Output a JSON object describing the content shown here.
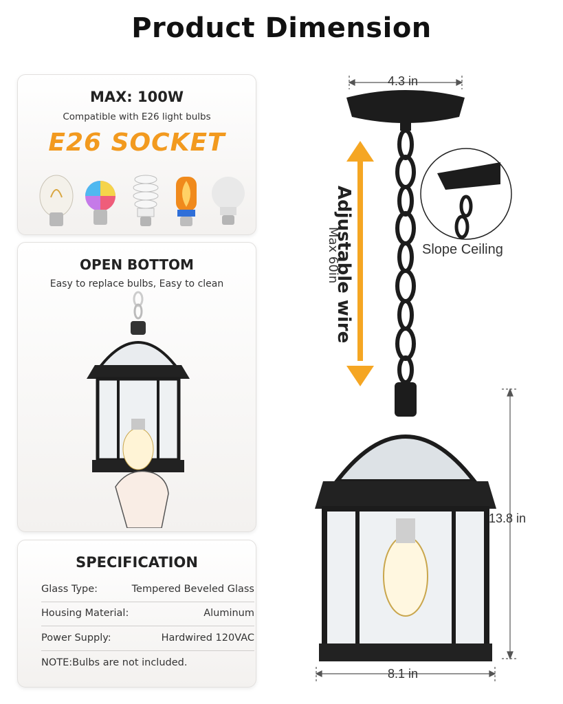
{
  "page": {
    "title": "Product Dimension"
  },
  "bulb_card": {
    "heading": "MAX: 100W",
    "subtitle": "Compatible with E26 light bulbs",
    "socket_label": "E26 SOCKET",
    "bulb_icons": [
      "edison-bulb",
      "rgb-bulb",
      "cfl-spiral-bulb",
      "flame-bulb",
      "led-a19-bulb"
    ]
  },
  "open_bottom_card": {
    "heading": "OPEN BOTTOM",
    "subtitle": "Easy to replace bulbs, Easy to clean"
  },
  "spec_card": {
    "heading": "SPECIFICATION",
    "rows": [
      {
        "label": "Glass Type:",
        "value": "Tempered Beveled Glass"
      },
      {
        "label": "Housing Material:",
        "value": "Aluminum"
      },
      {
        "label": "Power Supply:",
        "value": "Hardwired 120VAC"
      }
    ],
    "note": "NOTE:Bulbs are not included."
  },
  "dimensions": {
    "canopy_width": "4.3 in",
    "wire_label": "Adjustable wire",
    "wire_max": "Max 60in",
    "slope_label": "Slope Ceiling",
    "lantern_height": "13.8 in",
    "lantern_width": "8.1 in"
  },
  "colors": {
    "accent_orange": "#f29a1f",
    "lamp_black": "#1c1c1c"
  }
}
